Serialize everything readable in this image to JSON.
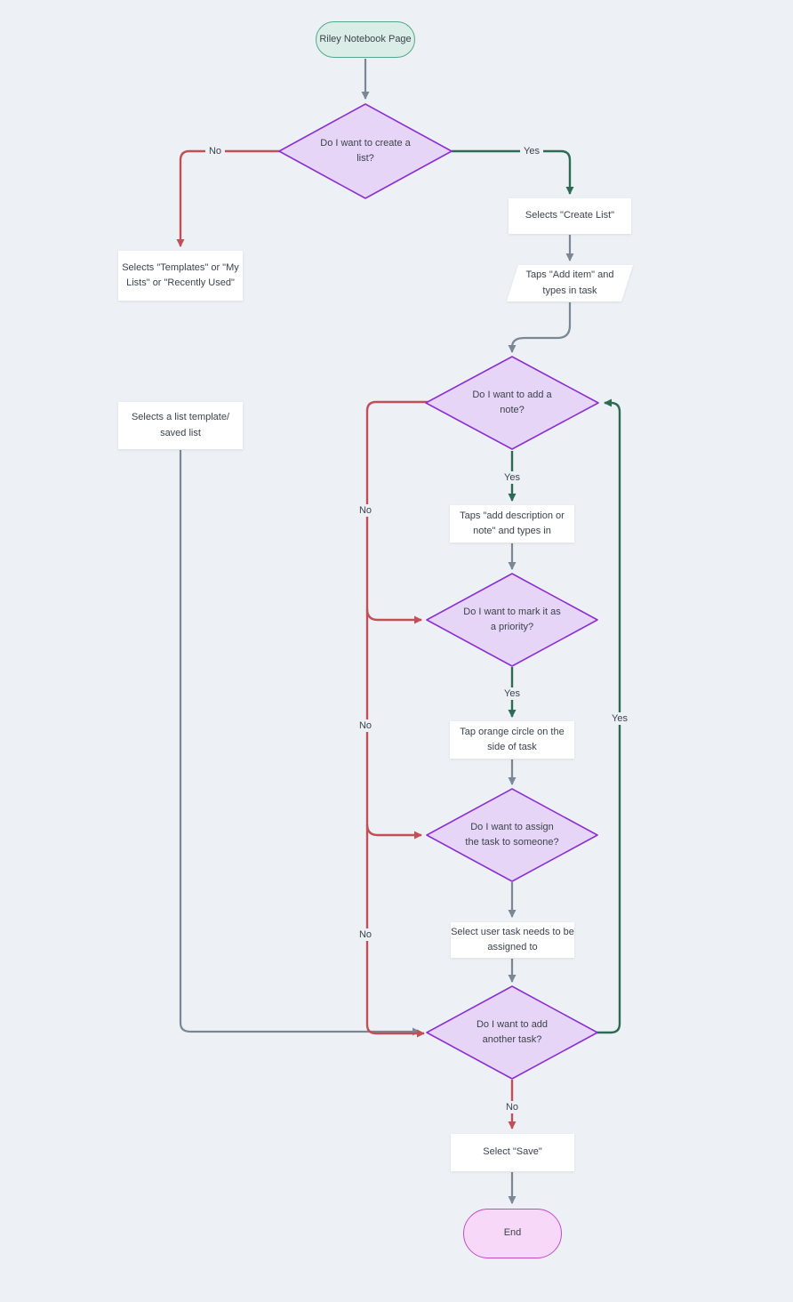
{
  "flowchart": {
    "nodes": {
      "start": {
        "label": "Riley Notebook Page"
      },
      "decision_create_list": {
        "label": "Do I want to create a list?"
      },
      "process_templates": {
        "label": "Selects \"Templates\" or \"My Lists\" or \"Recently Used\""
      },
      "process_create_list": {
        "label": "Selects \"Create List\""
      },
      "io_add_item": {
        "label": "Taps \"Add item\" and types in task"
      },
      "process_select_template": {
        "label": "Selects a list template/ saved list"
      },
      "decision_add_note": {
        "label": "Do I want to add a note?"
      },
      "process_add_note": {
        "label": "Taps \"add description or note\" and types in"
      },
      "decision_priority": {
        "label": "Do I want to mark it as a priority?"
      },
      "process_tap_orange": {
        "label": "Tap orange circle on the side of task"
      },
      "decision_assign": {
        "label": "Do I want to assign the task to someone?"
      },
      "process_select_user": {
        "label": "Select user task needs to be assigned to"
      },
      "decision_another_task": {
        "label": "Do I want to add another task?"
      },
      "process_save": {
        "label": "Select \"Save\""
      },
      "end": {
        "label": "End"
      }
    },
    "edge_labels": {
      "yes": "Yes",
      "no": "No"
    },
    "colors": {
      "background": "#edf1f5",
      "start_fill": "#daeee7",
      "start_border": "#55a68d",
      "decision_fill": "#e6d5f6",
      "decision_border": "#8b30d2",
      "process_fill": "#ffffff",
      "end_fill": "#f7d8f8",
      "end_border": "#c24dcb",
      "edge_gray": "#7b8794",
      "edge_red": "#c14f58",
      "edge_green": "#2e6b55",
      "text": "#3b434d"
    }
  }
}
